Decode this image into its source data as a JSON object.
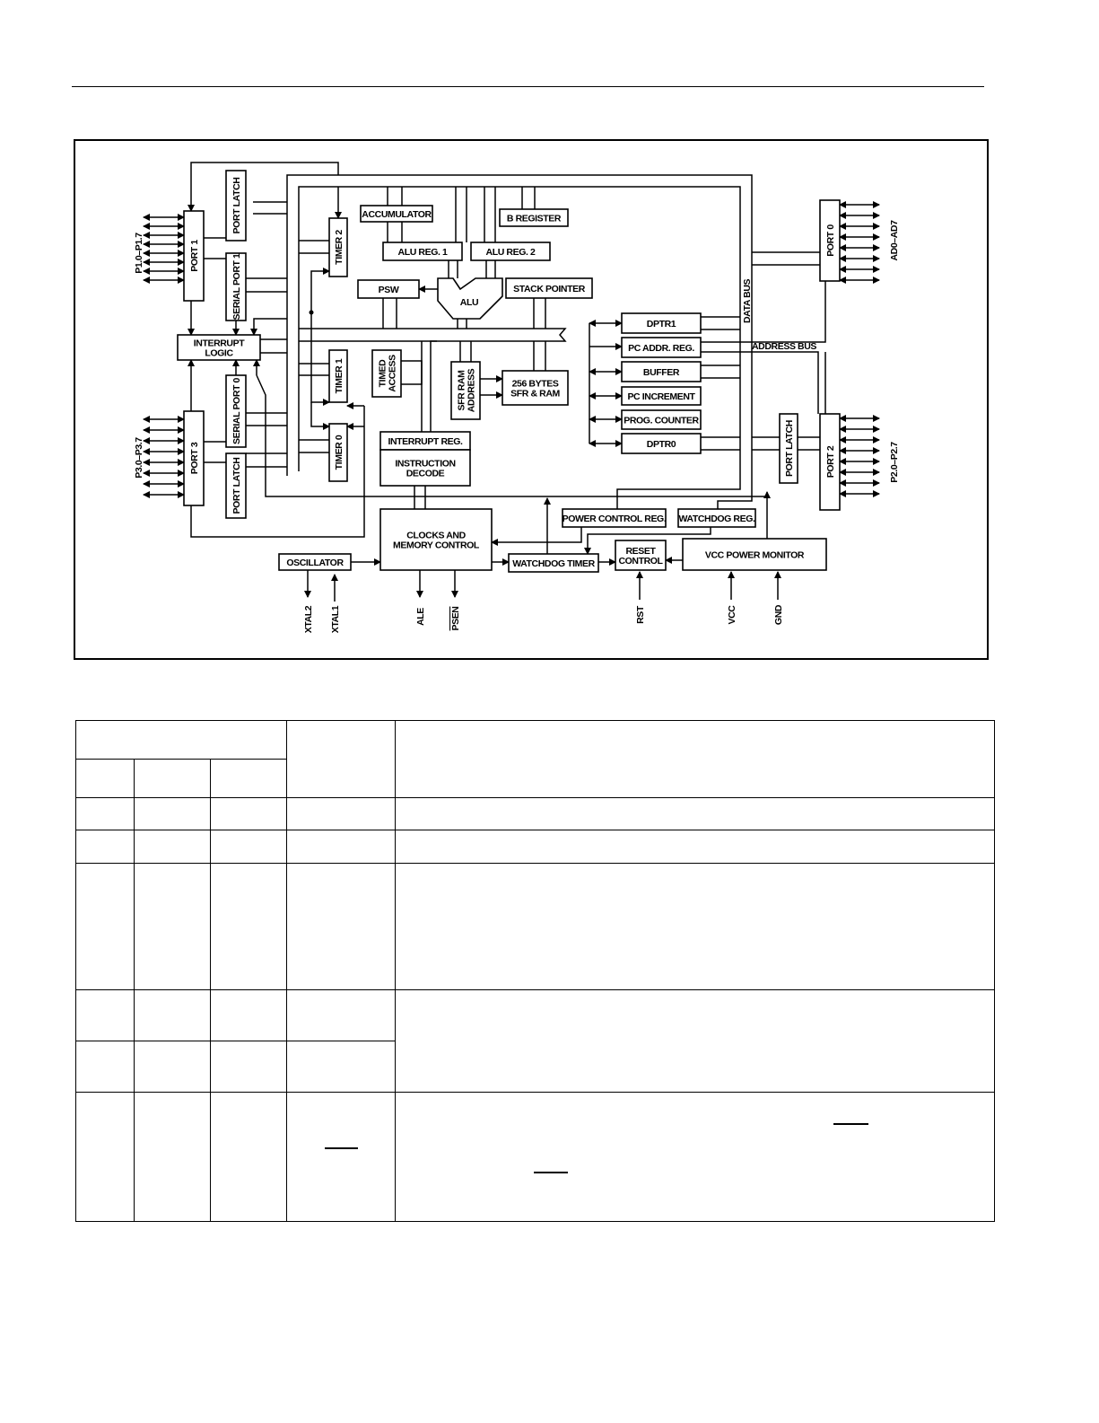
{
  "diagram": {
    "blocks": {
      "port1": [
        "PORT 1"
      ],
      "port_latch_1": [
        "PORT LATCH"
      ],
      "serial_port_1": [
        "SERIAL PORT 1"
      ],
      "interrupt_logic": [
        "INTERRUPT",
        "LOGIC"
      ],
      "serial_port_0": [
        "SERIAL PORT 0"
      ],
      "port3": [
        "PORT 3"
      ],
      "port_latch_3": [
        "PORT LATCH"
      ],
      "timer2": [
        "TIMER 2"
      ],
      "timer1": [
        "TIMER 1"
      ],
      "timer0": [
        "TIMER 0"
      ],
      "accumulator": [
        "ACCUMULATOR"
      ],
      "b_register": [
        "B REGISTER"
      ],
      "alu_reg1": [
        "ALU REG. 1"
      ],
      "alu_reg2": [
        "ALU REG. 2"
      ],
      "psw": [
        "PSW"
      ],
      "stack_pointer": [
        "STACK POINTER"
      ],
      "timed_access": [
        "TIMED",
        "ACCESS"
      ],
      "sfr_ram_address": [
        "SFR RAM",
        "ADDRESS"
      ],
      "sfr_ram": [
        "256 BYTES",
        "SFR & RAM"
      ],
      "interrupt_reg": [
        "INTERRUPT REG."
      ],
      "instruction_decode": [
        "INSTRUCTION",
        "DECODE"
      ],
      "dptr1": [
        "DPTR1"
      ],
      "pc_addr_reg": [
        "PC ADDR. REG."
      ],
      "buffer": [
        "BUFFER"
      ],
      "pc_increment": [
        "PC INCREMENT"
      ],
      "prog_counter": [
        "PROG. COUNTER"
      ],
      "dptr0": [
        "DPTR0"
      ],
      "port0": [
        "PORT 0"
      ],
      "port2": [
        "PORT 2"
      ],
      "port_latch_2": [
        "PORT LATCH"
      ],
      "power_control_reg": [
        "POWER CONTROL REG."
      ],
      "watchdog_reg": [
        "WATCHDOG REG."
      ],
      "clocks": [
        "CLOCKS AND",
        "MEMORY CONTROL"
      ],
      "oscillator": [
        "OSCILLATOR"
      ],
      "watchdog_timer": [
        "WATCHDOG TIMER"
      ],
      "reset_control": [
        "RESET",
        "CONTROL"
      ],
      "vcc_power_monitor": [
        "VCC POWER MONITOR"
      ]
    },
    "alu_label": "ALU",
    "data_bus_label": "DATA BUS",
    "address_bus_label": "ADDRESS BUS",
    "pins": {
      "p1": "P1.0–P1.7",
      "p3": "P3.0–P3.7",
      "p0": "AD0–AD7",
      "p2": "P2.0–P2.7",
      "xtal2": "XTAL2",
      "xtal1": "XTAL1",
      "ale": "ALE",
      "psen": "PSEN",
      "rst": "RST",
      "vcc": "VCC",
      "gnd": "GND"
    }
  }
}
